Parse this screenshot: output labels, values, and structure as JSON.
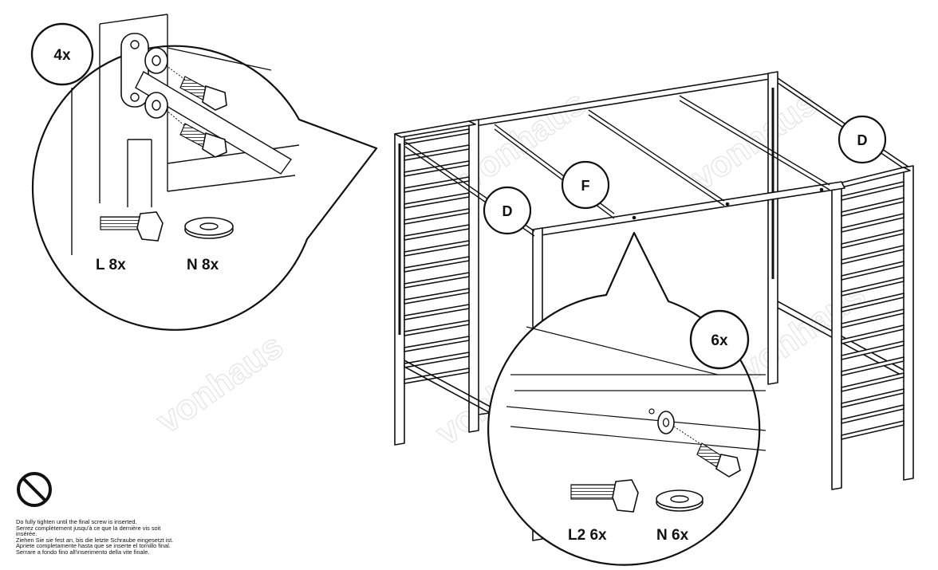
{
  "step_callouts": {
    "top_left_quantity": "4x",
    "bottom_quantity": "6x"
  },
  "frame_labels": {
    "rail_left": "D",
    "rail_right": "D",
    "top_bar": "F"
  },
  "parts": {
    "bolt_l": "L 8x",
    "washer_n": "N 8x",
    "bolt_l2": "L2 6x",
    "washer_n_bottom": "N 6x"
  },
  "watermark": "vonhaus",
  "notice": {
    "icon": "prohibition-icon",
    "lines": [
      "Do fully tighten until the final screw is inserted.",
      "Serrez complètement jusqu'à ce que la dernière vis soit",
      "insérée.",
      "Ziehen Sie sie fest an, bis die letzte Schraube eingesetzt ist.",
      "Apriete completamente hasta que se inserte el tornillo final.",
      "Serrare a fondo fino all'inserimento della vite finale."
    ]
  }
}
